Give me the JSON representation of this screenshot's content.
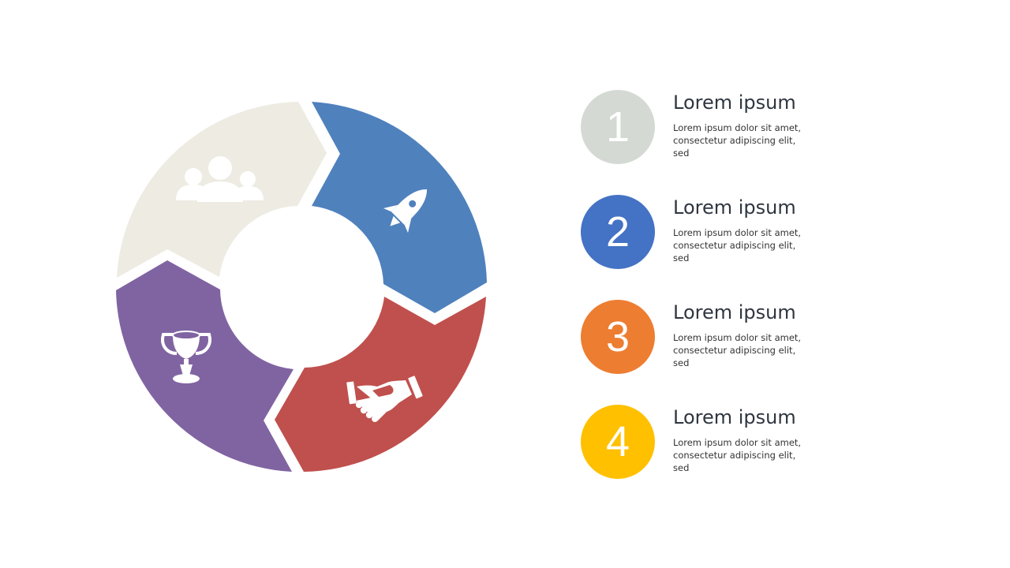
{
  "colors": {
    "segment_1": "#edebe2",
    "segment_2": "#4f81bd",
    "segment_3": "#c0504d",
    "segment_4": "#8064a2",
    "badge_1": "#d4d9d4",
    "badge_2": "#4472c4",
    "badge_3": "#ed7d31",
    "badge_4": "#ffc000"
  },
  "cycle": {
    "segments": [
      {
        "icon": "people-icon"
      },
      {
        "icon": "rocket-icon"
      },
      {
        "icon": "handshake-icon"
      },
      {
        "icon": "trophy-icon"
      }
    ]
  },
  "items": [
    {
      "number": "1",
      "title": "Lorem ipsum",
      "text": "Lorem  ipsum dolor sit amet, consectetur  adipiscing elit, sed"
    },
    {
      "number": "2",
      "title": "Lorem ipsum",
      "text": "Lorem  ipsum dolor sit amet, consectetur  adipiscing elit, sed"
    },
    {
      "number": "3",
      "title": "Lorem ipsum",
      "text": "Lorem  ipsum dolor sit amet, consectetur  adipiscing elit, sed"
    },
    {
      "number": "4",
      "title": "Lorem ipsum",
      "text": "Lorem  ipsum dolor sit amet, consectetur  adipiscing elit, sed"
    }
  ]
}
